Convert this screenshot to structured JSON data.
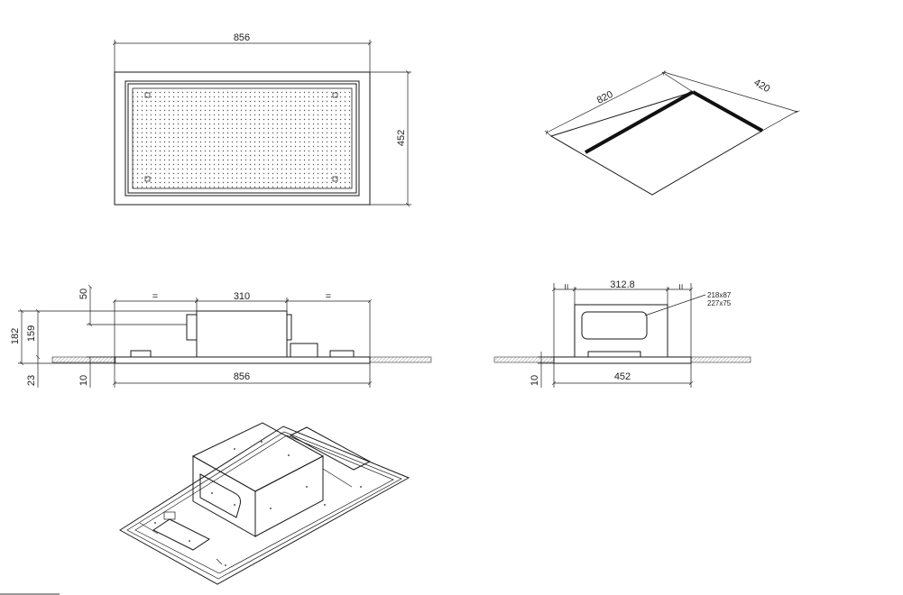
{
  "top_view": {
    "width": "856",
    "height": "452"
  },
  "cutout_view": {
    "length": "820",
    "width": "420"
  },
  "front_view": {
    "eq_left": "=",
    "box_width": "310",
    "eq_right": "=",
    "width": "856",
    "dim_50": "50",
    "dim_182": "182",
    "dim_159": "159",
    "dim_23": "23",
    "dim_10": "10"
  },
  "side_view": {
    "eq_left": "=",
    "box_width": "312.8",
    "eq_right": "=",
    "width": "452",
    "opening_1": "218x87",
    "opening_2": "227x75",
    "dim_10": "10"
  }
}
